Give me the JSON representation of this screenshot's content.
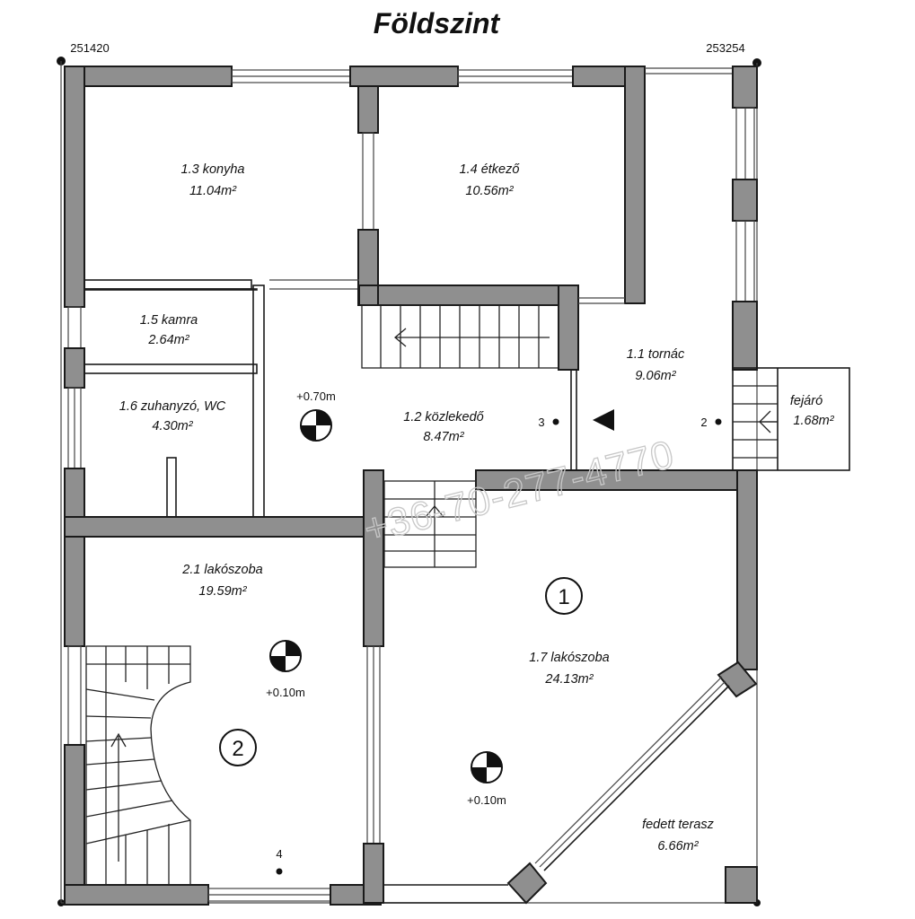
{
  "title": "Földszint",
  "coords": {
    "left": "251420",
    "right": "253254"
  },
  "watermark": "+36-70-277-4770",
  "rooms": {
    "konyha": {
      "name": "1.3 konyha",
      "area": "11.04m²"
    },
    "etkezo": {
      "name": "1.4 étkező",
      "area": "10.56m²"
    },
    "kamra": {
      "name": "1.5 kamra",
      "area": "2.64m²"
    },
    "zuhanyzo": {
      "name": "1.6 zuhanyzó, WC",
      "area": "4.30m²"
    },
    "kozlekedo": {
      "name": "1.2 közlekedő",
      "area": "8.47m²"
    },
    "tornac": {
      "name": "1.1 tornác",
      "area": "9.06m²"
    },
    "fejaro": {
      "name": "fejáró",
      "area": "1.68m²"
    },
    "lakoszoba21": {
      "name": "2.1 lakószoba",
      "area": "19.59m²"
    },
    "lakoszoba17": {
      "name": "1.7 lakószoba",
      "area": "24.13m²"
    },
    "terasz": {
      "name": "fedett terasz",
      "area": "6.66m²"
    }
  },
  "levels": {
    "kozlekedo": "+0.70m",
    "lakoszoba21": "+0.10m",
    "lakoszoba17": "+0.10m"
  },
  "points": {
    "p2": "2",
    "p3": "3",
    "p4": "4"
  },
  "units": {
    "u1": "1",
    "u2": "2"
  }
}
